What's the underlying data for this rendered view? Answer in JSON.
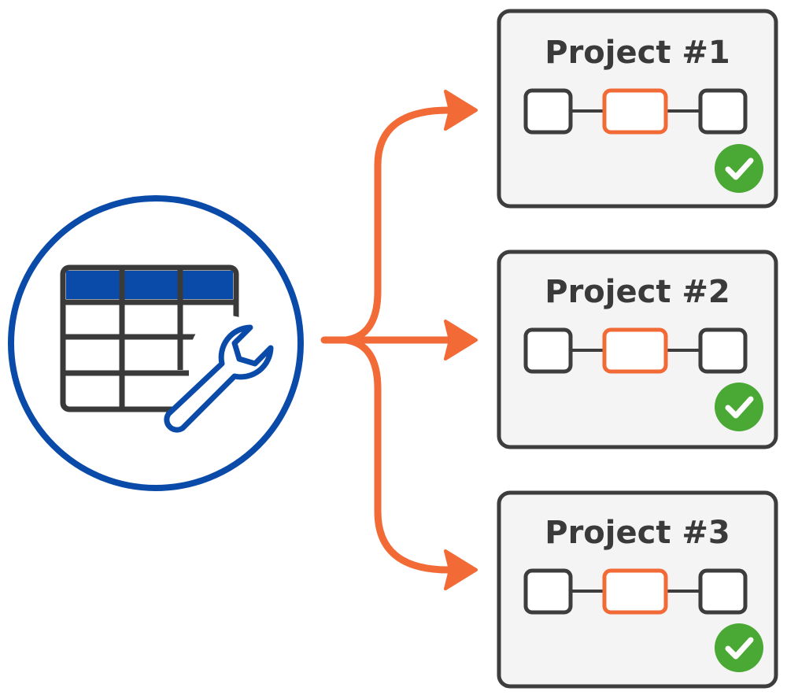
{
  "colors": {
    "circle_stroke": "#0a4aa8",
    "table_header": "#0a4aa8",
    "table_grid": "#3a3a3a",
    "arrow": "#f26a36",
    "card_border": "#3d3d3d",
    "card_fill": "#f4f4f4",
    "node_border": "#3d3d3d",
    "node_active_border": "#f26a36",
    "check_badge": "#4aa834",
    "check_mark": "#ffffff"
  },
  "source": {
    "icon": "table-with-wrench-icon"
  },
  "projects": [
    {
      "title": "Project #1",
      "status_icon": "checkmark-icon",
      "status": "complete"
    },
    {
      "title": "Project #2",
      "status_icon": "checkmark-icon",
      "status": "complete"
    },
    {
      "title": "Project #3",
      "status_icon": "checkmark-icon",
      "status": "complete"
    }
  ]
}
